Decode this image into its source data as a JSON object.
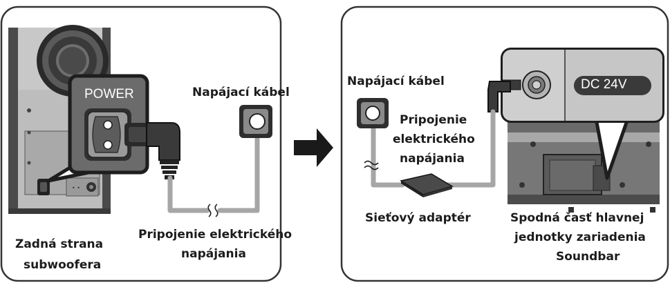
{
  "left_panel": {
    "power_label": "POWER",
    "cable_label": "Napájací kábel",
    "connection_label": [
      "Pripojenie elektrického",
      "napájania"
    ],
    "rear_label": [
      "Zadná strana",
      "subwoofera"
    ]
  },
  "right_panel": {
    "cable_label": "Napájací kábel",
    "connection_label": [
      "Pripojenie",
      "elektrického",
      "napájania"
    ],
    "dc_label": "DC 24V",
    "adapter_label": "Sieťový adaptér",
    "bottom_label": [
      "Spodná časť hlavnej",
      "jednotky zariadenia",
      "Soundbar"
    ]
  },
  "colors": {
    "panel_border": "#333333",
    "device_dark": "#4a4a4a",
    "device_mid": "#7a7a7a",
    "device_light": "#b4b4b4",
    "cable": "#a6a6a6",
    "arrow": "#1a1a1a"
  }
}
